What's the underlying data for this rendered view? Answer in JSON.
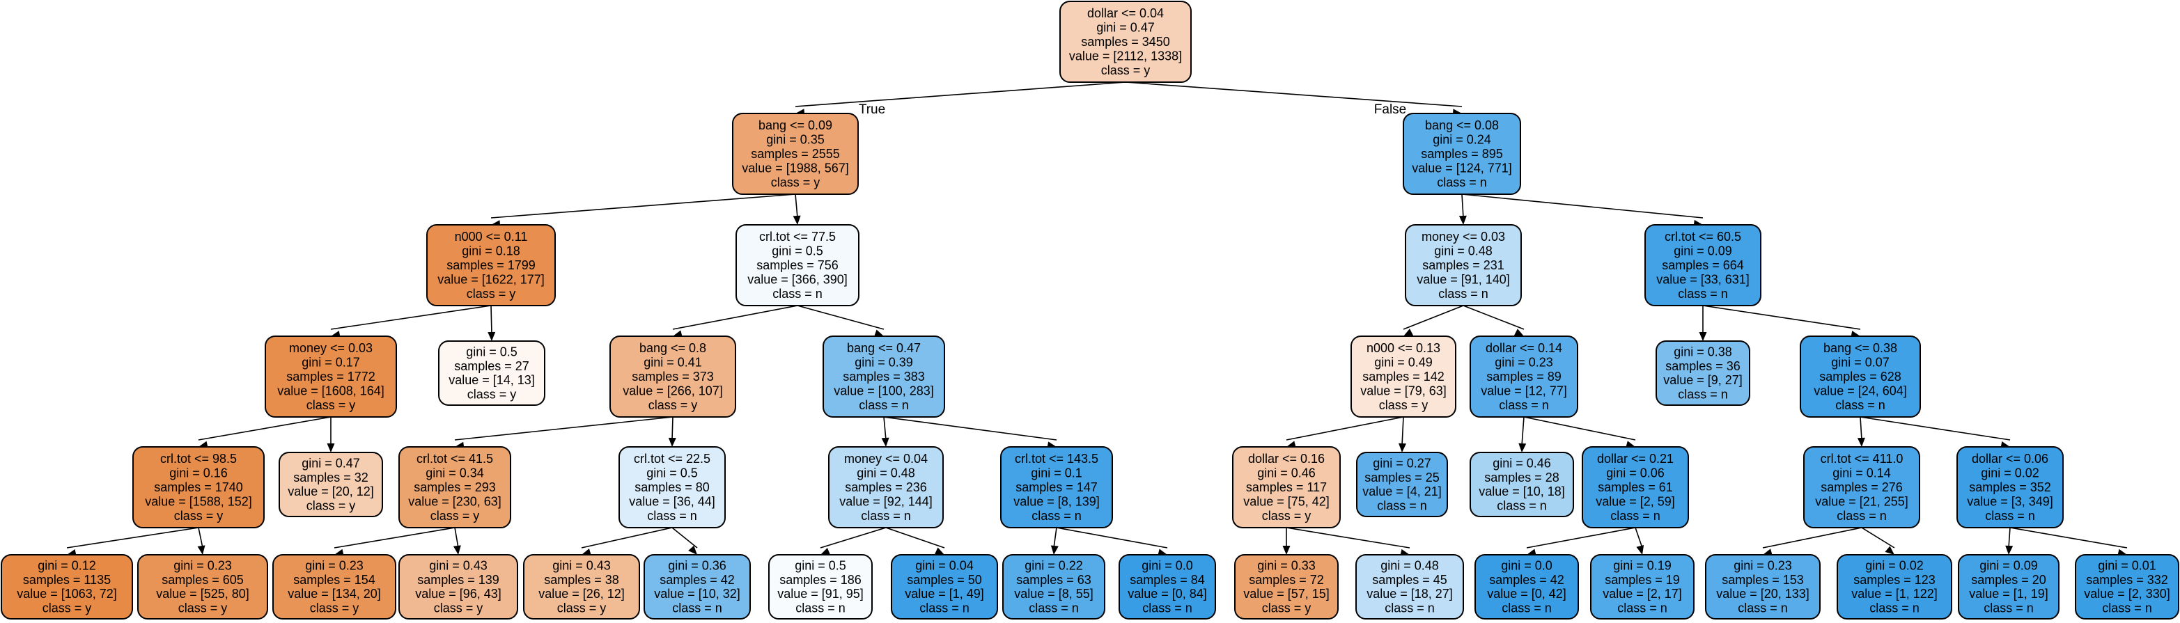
{
  "tree": {
    "edge_labels": {
      "true_label": "True",
      "false_label": "False"
    },
    "nodes": [
      {
        "id": "n0",
        "lines": [
          "dollar <= 0.04",
          "gini = 0.47",
          "samples = 3450",
          "value = [2112, 1338]",
          "class = y"
        ],
        "fill": "#f6d1b7"
      },
      {
        "id": "n1",
        "lines": [
          "bang <= 0.09",
          "gini = 0.35",
          "samples = 2555",
          "value = [1988, 567]",
          "class = y"
        ],
        "fill": "#eca572"
      },
      {
        "id": "n2",
        "lines": [
          "bang <= 0.08",
          "gini = 0.24",
          "samples = 895",
          "value = [124, 771]",
          "class = n"
        ],
        "fill": "#59ade9"
      },
      {
        "id": "n3",
        "lines": [
          "n000 <= 0.11",
          "gini = 0.18",
          "samples = 1799",
          "value = [1622, 177]",
          "class = y"
        ],
        "fill": "#e88f4f"
      },
      {
        "id": "n4",
        "lines": [
          "crl.tot <= 77.5",
          "gini = 0.5",
          "samples = 756",
          "value = [366, 390]",
          "class = n"
        ],
        "fill": "#f3f9fd"
      },
      {
        "id": "n5",
        "lines": [
          "money <= 0.03",
          "gini = 0.48",
          "samples = 231",
          "value = [91, 140]",
          "class = n"
        ],
        "fill": "#bbddf6"
      },
      {
        "id": "n6",
        "lines": [
          "crl.tot <= 60.5",
          "gini = 0.09",
          "samples = 664",
          "value = [33, 631]",
          "class = n"
        ],
        "fill": "#43a2e6"
      },
      {
        "id": "n7",
        "lines": [
          "money <= 0.03",
          "gini = 0.17",
          "samples = 1772",
          "value = [1608, 164]",
          "class = y"
        ],
        "fill": "#e88e4d"
      },
      {
        "id": "n8",
        "lines": [
          "gini = 0.5",
          "samples = 27",
          "value = [14, 13]",
          "class = y"
        ],
        "fill": "#fdf6f1"
      },
      {
        "id": "n9",
        "lines": [
          "bang <= 0.8",
          "gini = 0.41",
          "samples = 373",
          "value = [266, 107]",
          "class = y"
        ],
        "fill": "#efb489"
      },
      {
        "id": "n10",
        "lines": [
          "bang <= 0.47",
          "gini = 0.39",
          "samples = 383",
          "value = [100, 283]",
          "class = n"
        ],
        "fill": "#7fbfee"
      },
      {
        "id": "n11",
        "lines": [
          "n000 <= 0.13",
          "gini = 0.49",
          "samples = 142",
          "value = [79, 63]",
          "class = y"
        ],
        "fill": "#fae5d7"
      },
      {
        "id": "n12",
        "lines": [
          "dollar <= 0.14",
          "gini = 0.23",
          "samples = 89",
          "value = [12, 77]",
          "class = n"
        ],
        "fill": "#58ace9"
      },
      {
        "id": "n13",
        "lines": [
          "gini = 0.38",
          "samples = 36",
          "value = [9, 27]",
          "class = n"
        ],
        "fill": "#7bbeee"
      },
      {
        "id": "n14",
        "lines": [
          "bang <= 0.38",
          "gini = 0.07",
          "samples = 628",
          "value = [24, 604]",
          "class = n"
        ],
        "fill": "#41a1e6"
      },
      {
        "id": "n15",
        "lines": [
          "crl.tot <= 98.5",
          "gini = 0.16",
          "samples = 1740",
          "value = [1588, 152]",
          "class = y"
        ],
        "fill": "#e78d4c"
      },
      {
        "id": "n16",
        "lines": [
          "gini = 0.47",
          "samples = 32",
          "value = [20, 12]",
          "class = y"
        ],
        "fill": "#f5cdb0"
      },
      {
        "id": "n17",
        "lines": [
          "crl.tot <= 41.5",
          "gini = 0.34",
          "samples = 293",
          "value = [230, 63]",
          "class = y"
        ],
        "fill": "#eca46f"
      },
      {
        "id": "n18",
        "lines": [
          "crl.tot <= 22.5",
          "gini = 0.5",
          "samples = 80",
          "value = [36, 44]",
          "class = n"
        ],
        "fill": "#dbedfa"
      },
      {
        "id": "n19",
        "lines": [
          "money <= 0.04",
          "gini = 0.48",
          "samples = 236",
          "value = [92, 144]",
          "class = n"
        ],
        "fill": "#b8dcf6"
      },
      {
        "id": "n20",
        "lines": [
          "crl.tot <= 143.5",
          "gini = 0.1",
          "samples = 147",
          "value = [8, 139]",
          "class = n"
        ],
        "fill": "#44a3e6"
      },
      {
        "id": "n21",
        "lines": [
          "dollar <= 0.16",
          "gini = 0.46",
          "samples = 117",
          "value = [75, 42]",
          "class = y"
        ],
        "fill": "#f4c8a8"
      },
      {
        "id": "n22",
        "lines": [
          "gini = 0.27",
          "samples = 25",
          "value = [4, 21]",
          "class = n"
        ],
        "fill": "#5fb0ea"
      },
      {
        "id": "n23",
        "lines": [
          "gini = 0.46",
          "samples = 28",
          "value = [10, 18]",
          "class = n"
        ],
        "fill": "#a7d3f3"
      },
      {
        "id": "n24",
        "lines": [
          "dollar <= 0.21",
          "gini = 0.06",
          "samples = 61",
          "value = [2, 59]",
          "class = n"
        ],
        "fill": "#40a0e6"
      },
      {
        "id": "n25",
        "lines": [
          "crl.tot <= 411.0",
          "gini = 0.14",
          "samples = 276",
          "value = [21, 255]",
          "class = n"
        ],
        "fill": "#49a5e7"
      },
      {
        "id": "n26",
        "lines": [
          "dollar <= 0.06",
          "gini = 0.02",
          "samples = 352",
          "value = [3, 349]",
          "class = n"
        ],
        "fill": "#3c9ee5"
      },
      {
        "id": "n27",
        "lines": [
          "gini = 0.12",
          "samples = 1135",
          "value = [1063, 72]",
          "class = y"
        ],
        "fill": "#e78a46"
      },
      {
        "id": "n28",
        "lines": [
          "gini = 0.23",
          "samples = 605",
          "value = [525, 80]",
          "class = y"
        ],
        "fill": "#e99457"
      },
      {
        "id": "n29",
        "lines": [
          "gini = 0.23",
          "samples = 154",
          "value = [134, 20]",
          "class = y"
        ],
        "fill": "#e99457"
      },
      {
        "id": "n30",
        "lines": [
          "gini = 0.43",
          "samples = 139",
          "value = [96, 43]",
          "class = y"
        ],
        "fill": "#f1b992"
      },
      {
        "id": "n31",
        "lines": [
          "gini = 0.43",
          "samples = 38",
          "value = [26, 12]",
          "class = y"
        ],
        "fill": "#f1bb94"
      },
      {
        "id": "n32",
        "lines": [
          "gini = 0.36",
          "samples = 42",
          "value = [10, 32]",
          "class = n"
        ],
        "fill": "#77bced"
      },
      {
        "id": "n33",
        "lines": [
          "gini = 0.5",
          "samples = 186",
          "value = [91, 95]",
          "class = n"
        ],
        "fill": "#f7fbfe"
      },
      {
        "id": "n34",
        "lines": [
          "gini = 0.04",
          "samples = 50",
          "value = [1, 49]",
          "class = n"
        ],
        "fill": "#3d9fe6"
      },
      {
        "id": "n35",
        "lines": [
          "gini = 0.22",
          "samples = 63",
          "value = [8, 55]",
          "class = n"
        ],
        "fill": "#56abe9"
      },
      {
        "id": "n36",
        "lines": [
          "gini = 0.0",
          "samples = 84",
          "value = [0, 84]",
          "class = n"
        ],
        "fill": "#399de5"
      },
      {
        "id": "n37",
        "lines": [
          "gini = 0.33",
          "samples = 72",
          "value = [57, 15]",
          "class = y"
        ],
        "fill": "#eca26d"
      },
      {
        "id": "n38",
        "lines": [
          "gini = 0.48",
          "samples = 45",
          "value = [18, 27]",
          "class = n"
        ],
        "fill": "#bddef6"
      },
      {
        "id": "n39",
        "lines": [
          "gini = 0.0",
          "samples = 42",
          "value = [0, 42]",
          "class = n"
        ],
        "fill": "#399de5"
      },
      {
        "id": "n40",
        "lines": [
          "gini = 0.19",
          "samples = 19",
          "value = [2, 17]",
          "class = n"
        ],
        "fill": "#50a9e8"
      },
      {
        "id": "n41",
        "lines": [
          "gini = 0.23",
          "samples = 153",
          "value = [20, 133]",
          "class = n"
        ],
        "fill": "#57ace9"
      },
      {
        "id": "n42",
        "lines": [
          "gini = 0.02",
          "samples = 123",
          "value = [1, 122]",
          "class = n"
        ],
        "fill": "#3b9ee5"
      },
      {
        "id": "n43",
        "lines": [
          "gini = 0.09",
          "samples = 20",
          "value = [1, 19]",
          "class = n"
        ],
        "fill": "#43a2e6"
      },
      {
        "id": "n44",
        "lines": [
          "gini = 0.01",
          "samples = 332",
          "value = [2, 330]",
          "class = n"
        ],
        "fill": "#3a9ee5"
      }
    ],
    "edges": [
      [
        "n0",
        "n1"
      ],
      [
        "n0",
        "n2"
      ],
      [
        "n1",
        "n3"
      ],
      [
        "n1",
        "n4"
      ],
      [
        "n2",
        "n5"
      ],
      [
        "n2",
        "n6"
      ],
      [
        "n3",
        "n7"
      ],
      [
        "n3",
        "n8"
      ],
      [
        "n4",
        "n9"
      ],
      [
        "n4",
        "n10"
      ],
      [
        "n5",
        "n11"
      ],
      [
        "n5",
        "n12"
      ],
      [
        "n6",
        "n13"
      ],
      [
        "n6",
        "n14"
      ],
      [
        "n7",
        "n15"
      ],
      [
        "n7",
        "n16"
      ],
      [
        "n9",
        "n17"
      ],
      [
        "n9",
        "n18"
      ],
      [
        "n10",
        "n19"
      ],
      [
        "n10",
        "n20"
      ],
      [
        "n11",
        "n21"
      ],
      [
        "n11",
        "n22"
      ],
      [
        "n12",
        "n23"
      ],
      [
        "n12",
        "n24"
      ],
      [
        "n14",
        "n25"
      ],
      [
        "n14",
        "n26"
      ],
      [
        "n15",
        "n27"
      ],
      [
        "n15",
        "n28"
      ],
      [
        "n17",
        "n29"
      ],
      [
        "n17",
        "n30"
      ],
      [
        "n18",
        "n31"
      ],
      [
        "n18",
        "n32"
      ],
      [
        "n19",
        "n33"
      ],
      [
        "n19",
        "n34"
      ],
      [
        "n20",
        "n35"
      ],
      [
        "n20",
        "n36"
      ],
      [
        "n21",
        "n37"
      ],
      [
        "n21",
        "n38"
      ],
      [
        "n24",
        "n39"
      ],
      [
        "n24",
        "n40"
      ],
      [
        "n25",
        "n41"
      ],
      [
        "n25",
        "n42"
      ],
      [
        "n26",
        "n43"
      ],
      [
        "n26",
        "n44"
      ]
    ]
  }
}
